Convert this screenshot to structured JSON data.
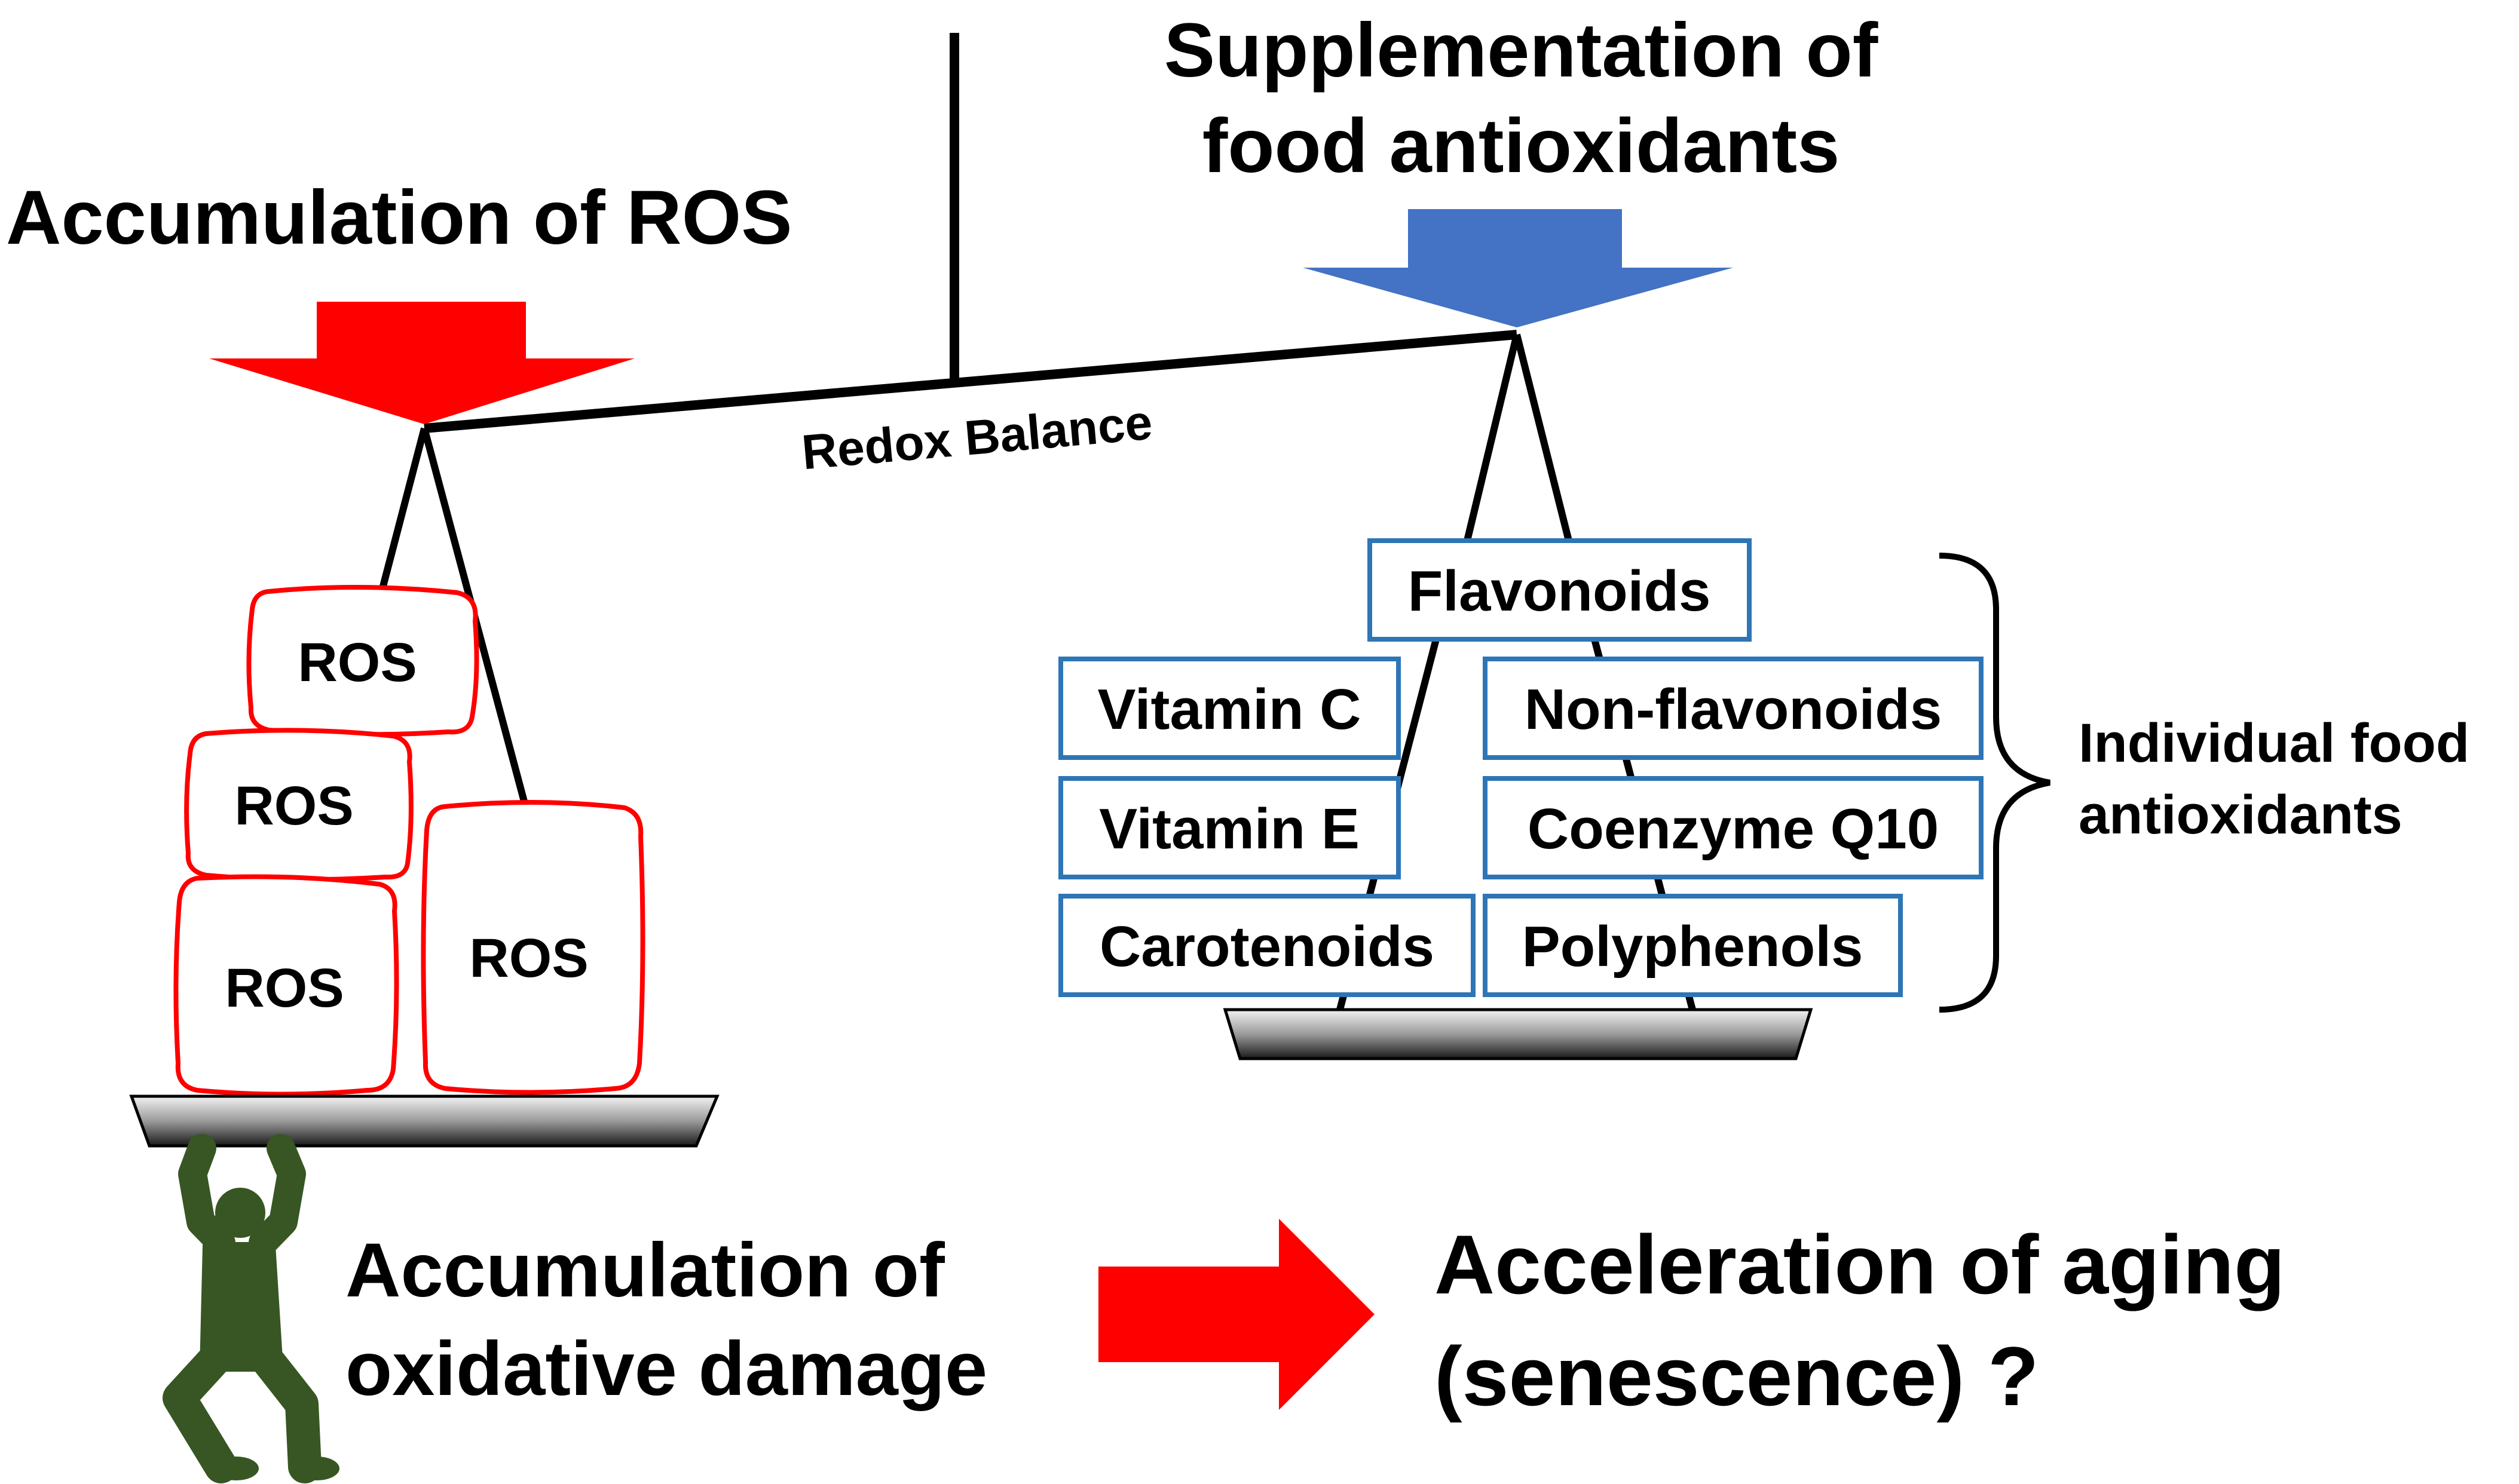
{
  "headings": {
    "ros_accumulation": "Accumulation of ROS",
    "supplement_line1": "Supplementation of",
    "supplement_line2": "food antioxidants"
  },
  "beam_label": "Redox Balance",
  "ros_boxes": [
    "ROS",
    "ROS",
    "ROS",
    "ROS"
  ],
  "antioxidants": {
    "top": "Flavonoids",
    "left": [
      "Vitamin C",
      "Vitamin E",
      "Carotenoids"
    ],
    "right": [
      "Non-flavonoids",
      "Coenzyme Q10",
      "Polyphenols"
    ]
  },
  "bracket_label": {
    "line1": "Individual food",
    "line2": "antioxidants"
  },
  "bottom": {
    "damage_line1": "Accumulation of",
    "damage_line2": "oxidative damage",
    "aging_line1": "Acceleration of aging",
    "aging_line2": "(senescence) ?"
  },
  "colors": {
    "red_arrow": "#ff0000",
    "blue_arrow": "#4472c4",
    "ros_border": "#ff0000",
    "box_border": "#2e75b6",
    "figure": "#375623"
  }
}
